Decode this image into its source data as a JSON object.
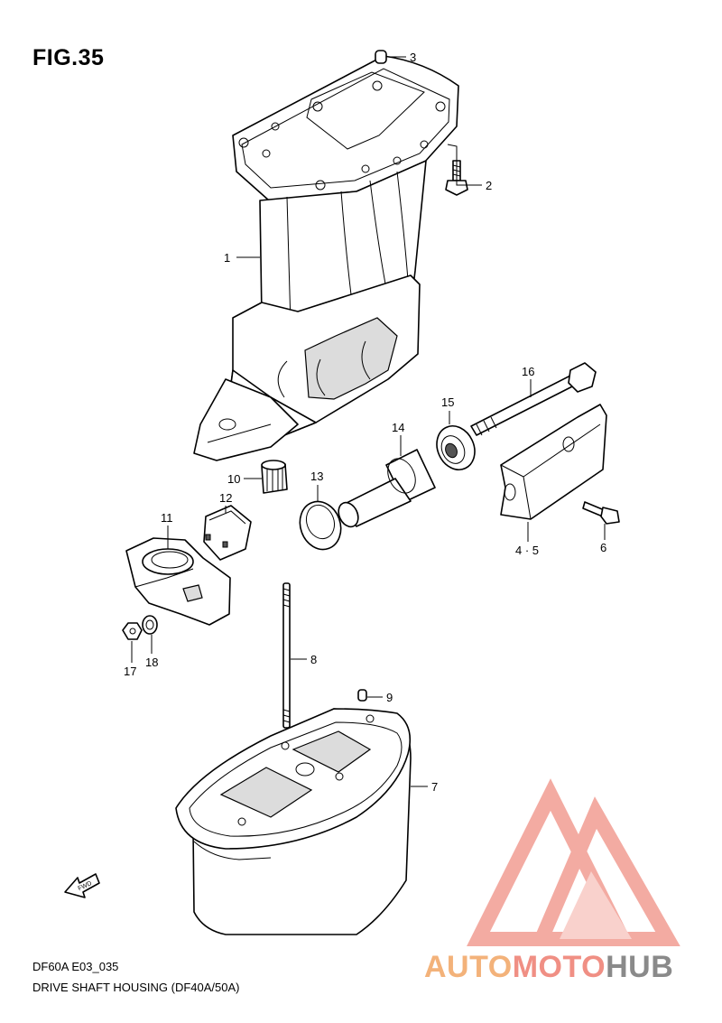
{
  "figure": {
    "title": "FIG.35",
    "code": "DF60A E03_035",
    "caption": "DRIVE SHAFT HOUSING (DF40A/50A)"
  },
  "callouts": [
    {
      "id": "1",
      "label": "1"
    },
    {
      "id": "2",
      "label": "2"
    },
    {
      "id": "3",
      "label": "3"
    },
    {
      "id": "4-5",
      "label": "4 · 5"
    },
    {
      "id": "6",
      "label": "6"
    },
    {
      "id": "7",
      "label": "7"
    },
    {
      "id": "8",
      "label": "8"
    },
    {
      "id": "9",
      "label": "9"
    },
    {
      "id": "10",
      "label": "10"
    },
    {
      "id": "11",
      "label": "11"
    },
    {
      "id": "12",
      "label": "12"
    },
    {
      "id": "13",
      "label": "13"
    },
    {
      "id": "14",
      "label": "14"
    },
    {
      "id": "15",
      "label": "15"
    },
    {
      "id": "16",
      "label": "16"
    },
    {
      "id": "17",
      "label": "17"
    },
    {
      "id": "18",
      "label": "18"
    }
  ],
  "direction_arrow": {
    "label": "FWD"
  },
  "watermark": {
    "part1": "AUTO",
    "part2": "MOTO",
    "part3": "HUB",
    "logo_color": "#f08f84",
    "auto_color": "#f3b27a",
    "hub_color": "#8a8a8a"
  }
}
